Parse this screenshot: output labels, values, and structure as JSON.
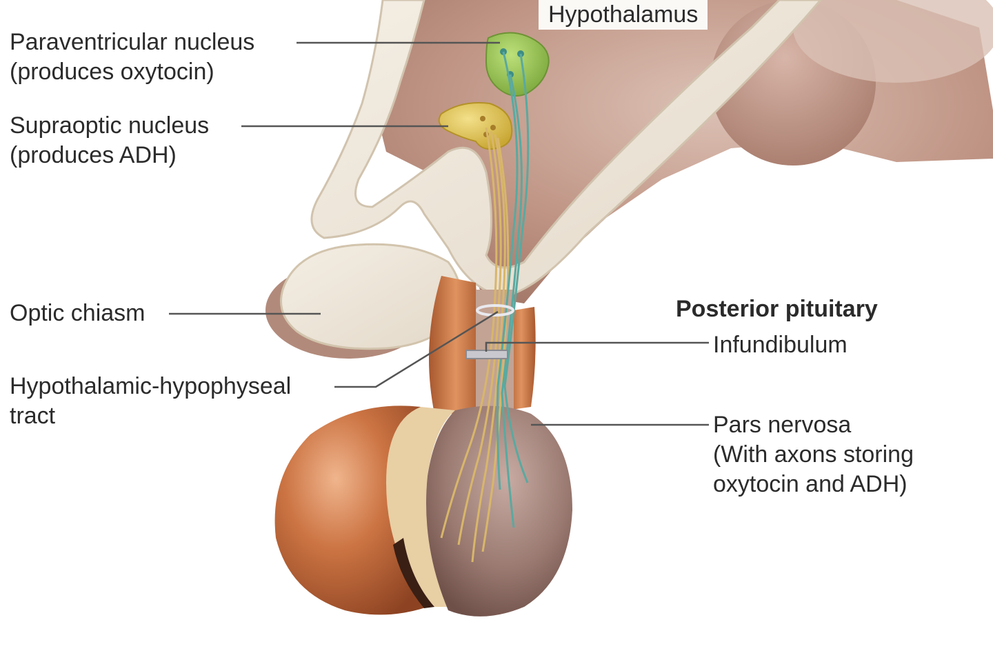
{
  "labels": {
    "hypothalamus": "Hypothalamus",
    "paraventricular": {
      "line1": "Paraventricular nucleus",
      "line2": "(produces oxytocin)"
    },
    "supraoptic": {
      "line1": "Supraoptic nucleus",
      "line2": "(produces ADH)"
    },
    "optic_chiasm": "Optic chiasm",
    "hh_tract": {
      "line1": "Hypothalamic-hypophyseal",
      "line2": "tract"
    },
    "posterior_pituitary": "Posterior pituitary",
    "infundibulum": "Infundibulum",
    "pars_nervosa": {
      "line1": "Pars nervosa",
      "line2": "(With axons storing",
      "line3": "oxytocin and ADH)"
    }
  },
  "colors": {
    "brain_tissue": "#b98f80",
    "bone_cream": "#efe8dc",
    "paraventricular_nucleus": "#8fbd4e",
    "supraoptic_nucleus": "#e2c64a",
    "oxytocin_axons": "#5aa9a0",
    "adh_axons": "#d8b66a",
    "anterior_lobe": "#c0693a",
    "posterior_lobe": "#8e6f66",
    "leader_line": "#555555"
  }
}
